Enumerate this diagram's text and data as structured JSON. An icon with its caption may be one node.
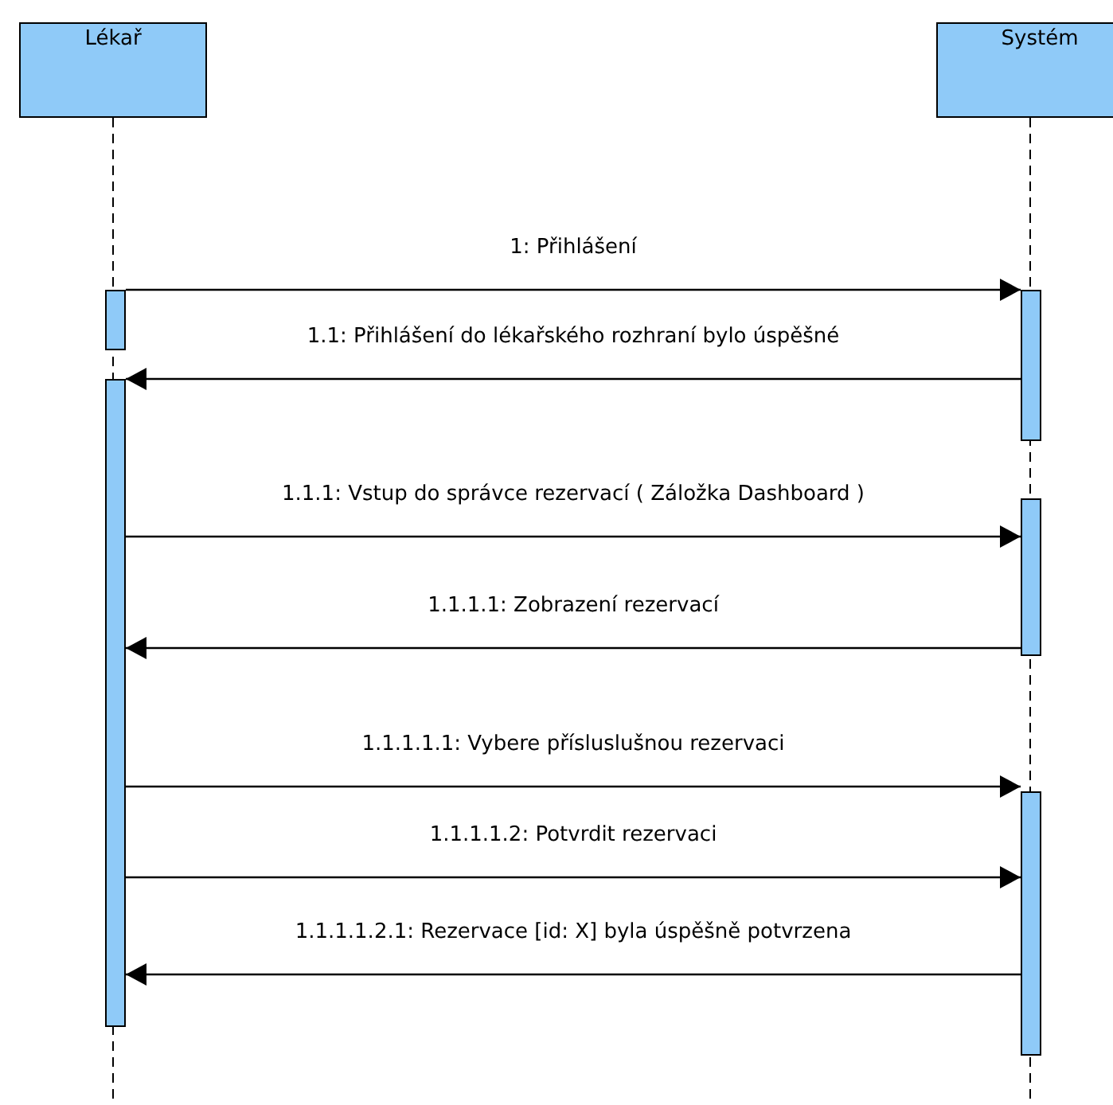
{
  "diagram": {
    "nodes": [
      {
        "text": [
          "Lékař"
        ]
      },
      {
        "text": [
          "Systém"
        ]
      },
      {
        "text": [],
        "shape": "bar"
      },
      {
        "text": [],
        "shape": "bar"
      },
      {
        "text": [],
        "shape": "bar"
      },
      {
        "text": [],
        "shape": "bar"
      },
      {
        "text": [],
        "shape": "bar"
      }
    ],
    "edges": [
      {
        "from": 2,
        "to": 4,
        "arrow": "to",
        "label": "1: Přihlášení"
      },
      {
        "from": 4,
        "to": 3,
        "arrow": "to",
        "label": "1.1: Přihlášení do lékařského rozhraní bylo úspěšné"
      },
      {
        "from": 3,
        "to": 5,
        "arrow": "to",
        "label": "1.1.1: Vstup do správce rezervací ( Záložka Dashboard )"
      },
      {
        "from": 5,
        "to": 3,
        "arrow": "to",
        "label": "1.1.1.1: Zobrazení rezervací"
      },
      {
        "from": 3,
        "to": 6,
        "arrow": "to",
        "label": "1.1.1.1.1: Vybere přísluslušnou rezervaci"
      },
      {
        "from": 3,
        "to": 6,
        "arrow": "to",
        "label": "1.1.1.1.2: Potvrdit rezervaci"
      },
      {
        "from": 6,
        "to": 3,
        "arrow": "to",
        "label": "1.1.1.1.2.1: Rezervace [id: X] byla úspěšně potvrzena"
      }
    ]
  }
}
